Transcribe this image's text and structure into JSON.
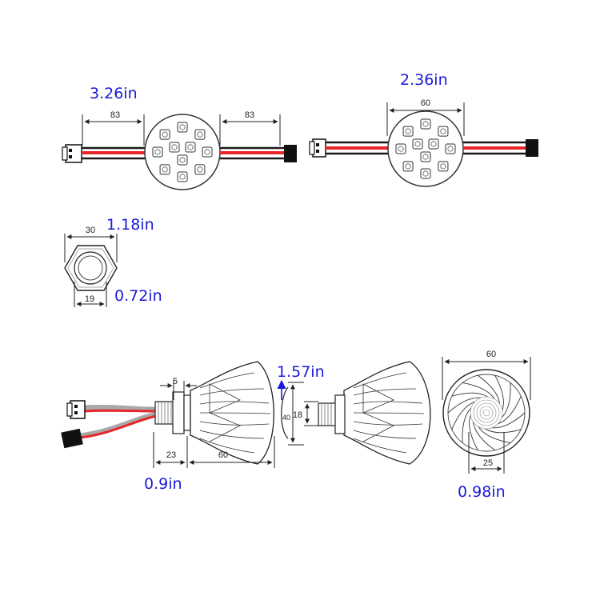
{
  "colors": {
    "annotation": "#1a1ad6",
    "wire_red": "#e8262a",
    "wire_black": "#1a1a1a",
    "wire_grey": "#a9a9a9",
    "line": "#222222"
  },
  "top_left": {
    "label_in": "3.26in",
    "dim_left": "83",
    "dim_right": "83"
  },
  "top_right": {
    "label_in": "2.36in",
    "dim": "60"
  },
  "hex_nut": {
    "label_width_in": "1.18in",
    "label_inner_in": "0.72in",
    "dim_width": "30",
    "dim_inner": "19"
  },
  "bulb_side": {
    "dim_thread": "5",
    "dim_base": "23",
    "dim_body": "60",
    "label_in": "0.9in"
  },
  "bulb_mid": {
    "label_in": "1.57in",
    "dim_height": "40",
    "dim_thread": "18"
  },
  "bulb_front": {
    "dim_outer": "60",
    "dim_inner": "25",
    "label_in": "0.98in"
  }
}
